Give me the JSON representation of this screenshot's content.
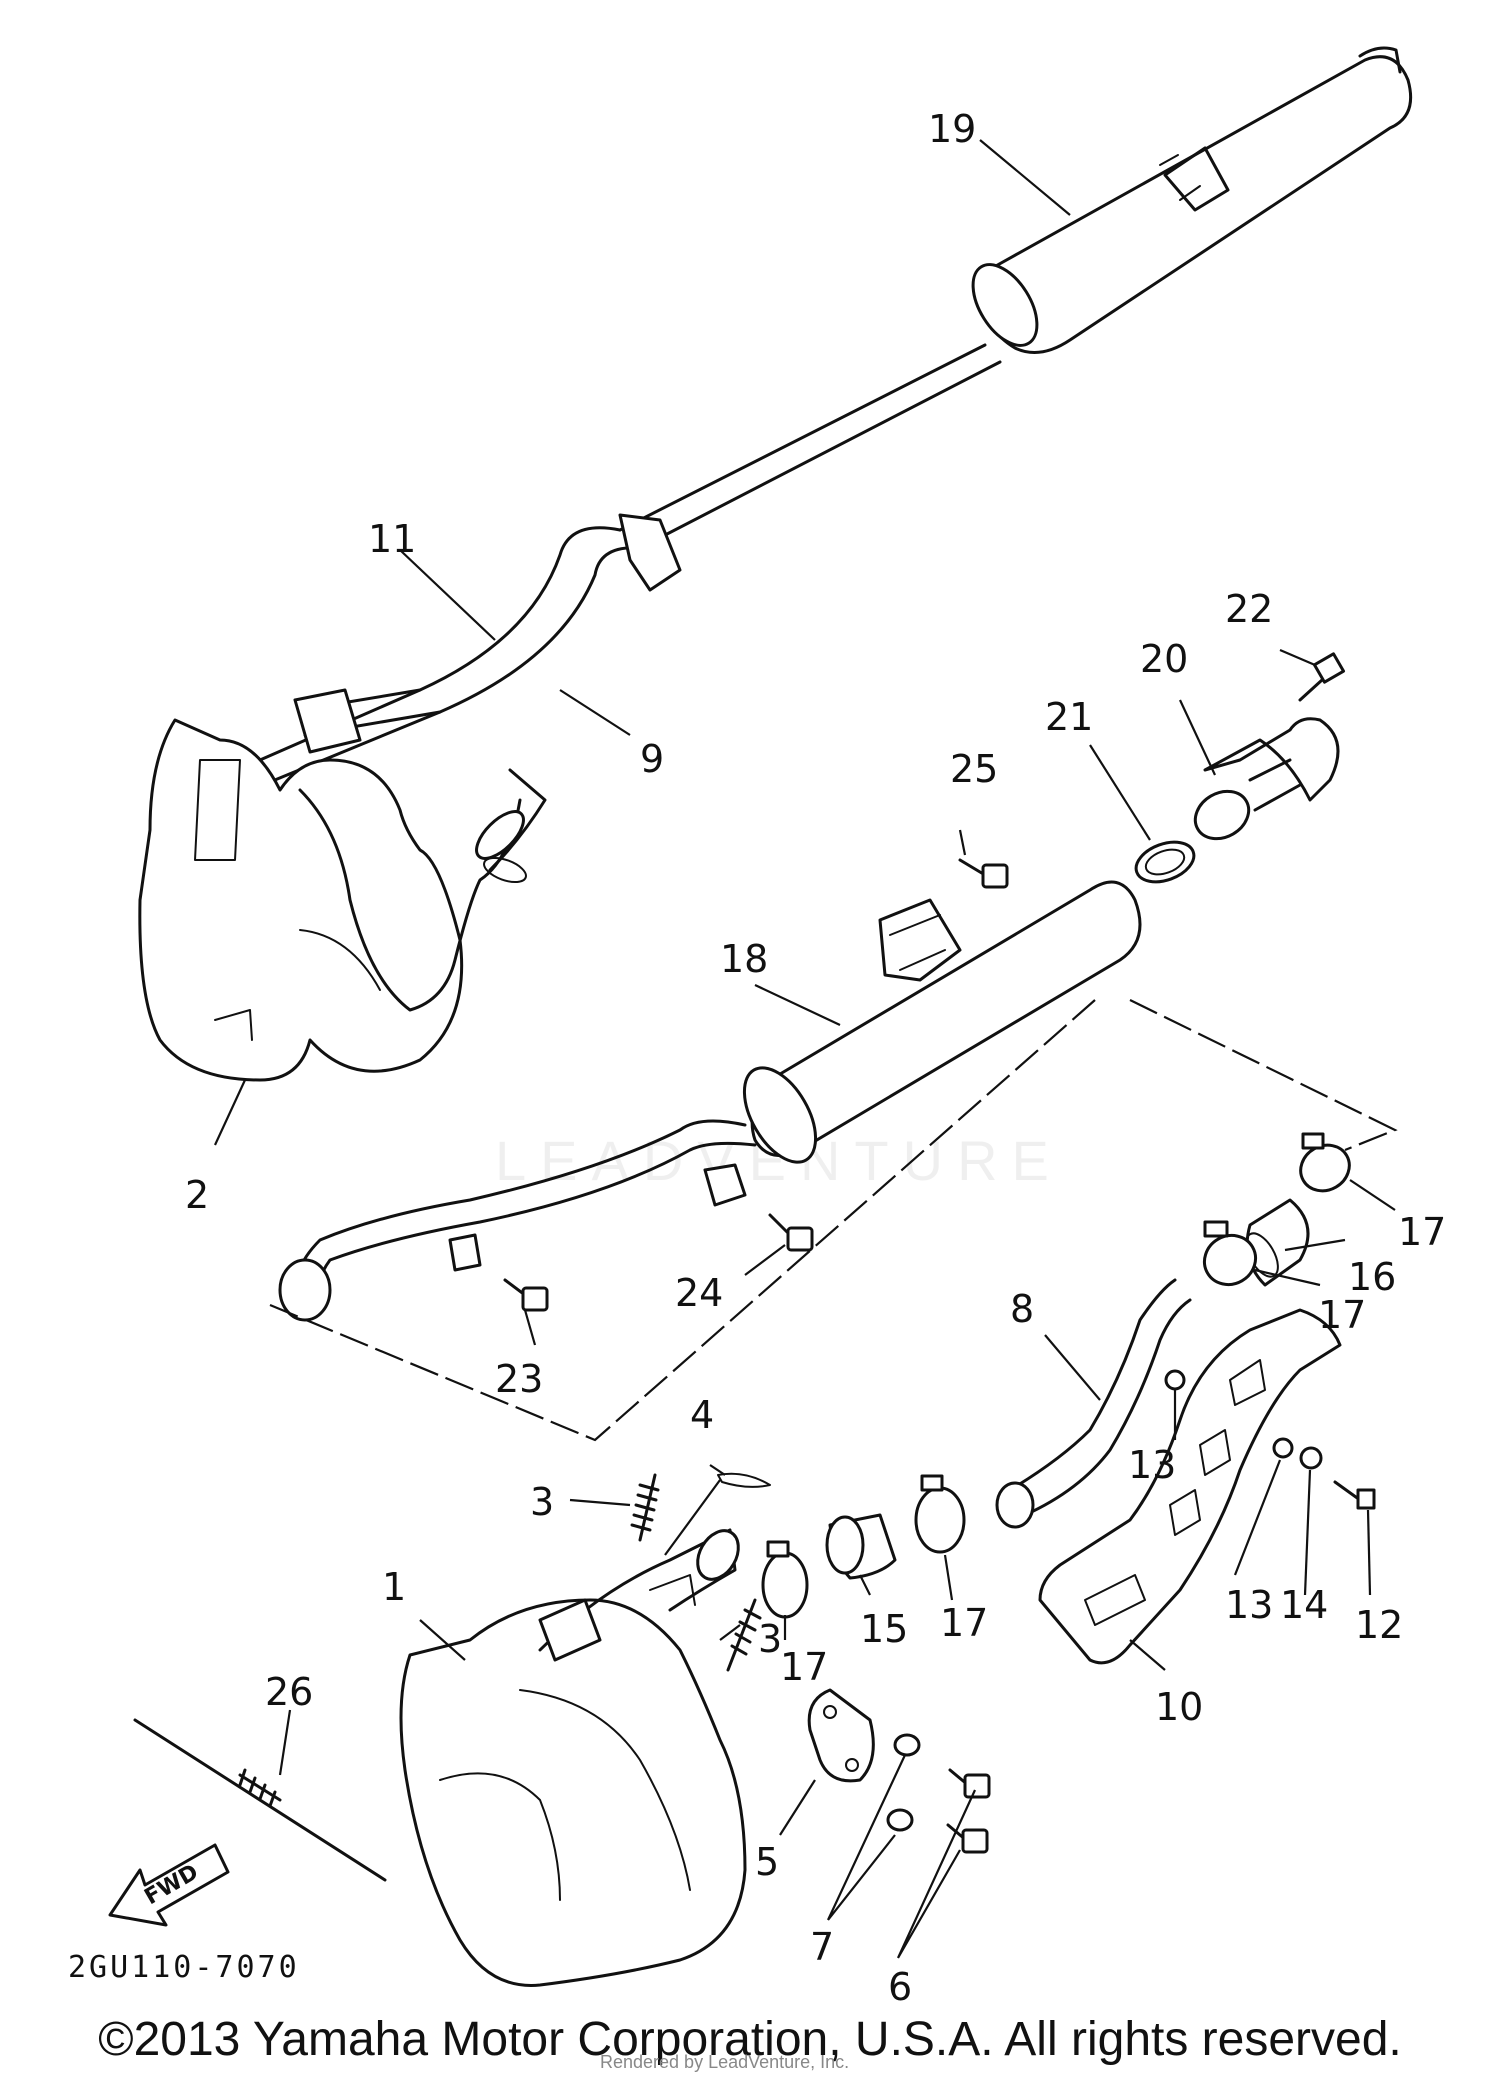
{
  "watermark": "LEADVENTURE",
  "diagram_code": "2GU110-7070",
  "fwd_label": "FWD",
  "copyright": "©2013 Yamaha Motor Corporation, U.S.A. All rights reserved.",
  "rendered_by": "Rendered by LeadVenture, Inc.",
  "callouts": [
    {
      "id": "19",
      "label": "19"
    },
    {
      "id": "11",
      "label": "11"
    },
    {
      "id": "9",
      "label": "9"
    },
    {
      "id": "22",
      "label": "22"
    },
    {
      "id": "20",
      "label": "20"
    },
    {
      "id": "21",
      "label": "21"
    },
    {
      "id": "25",
      "label": "25"
    },
    {
      "id": "18",
      "label": "18"
    },
    {
      "id": "2",
      "label": "2"
    },
    {
      "id": "24",
      "label": "24"
    },
    {
      "id": "23",
      "label": "23"
    },
    {
      "id": "17a",
      "label": "17"
    },
    {
      "id": "16",
      "label": "16"
    },
    {
      "id": "17b",
      "label": "17"
    },
    {
      "id": "8",
      "label": "8"
    },
    {
      "id": "13a",
      "label": "13"
    },
    {
      "id": "4",
      "label": "4"
    },
    {
      "id": "3a",
      "label": "3"
    },
    {
      "id": "1",
      "label": "1"
    },
    {
      "id": "17c",
      "label": "17"
    },
    {
      "id": "15",
      "label": "15"
    },
    {
      "id": "17d",
      "label": "17"
    },
    {
      "id": "13b",
      "label": "13"
    },
    {
      "id": "14",
      "label": "14"
    },
    {
      "id": "12",
      "label": "12"
    },
    {
      "id": "10",
      "label": "10"
    },
    {
      "id": "3b",
      "label": "3"
    },
    {
      "id": "26",
      "label": "26"
    },
    {
      "id": "5",
      "label": "5"
    },
    {
      "id": "7",
      "label": "7"
    },
    {
      "id": "6",
      "label": "6"
    }
  ]
}
